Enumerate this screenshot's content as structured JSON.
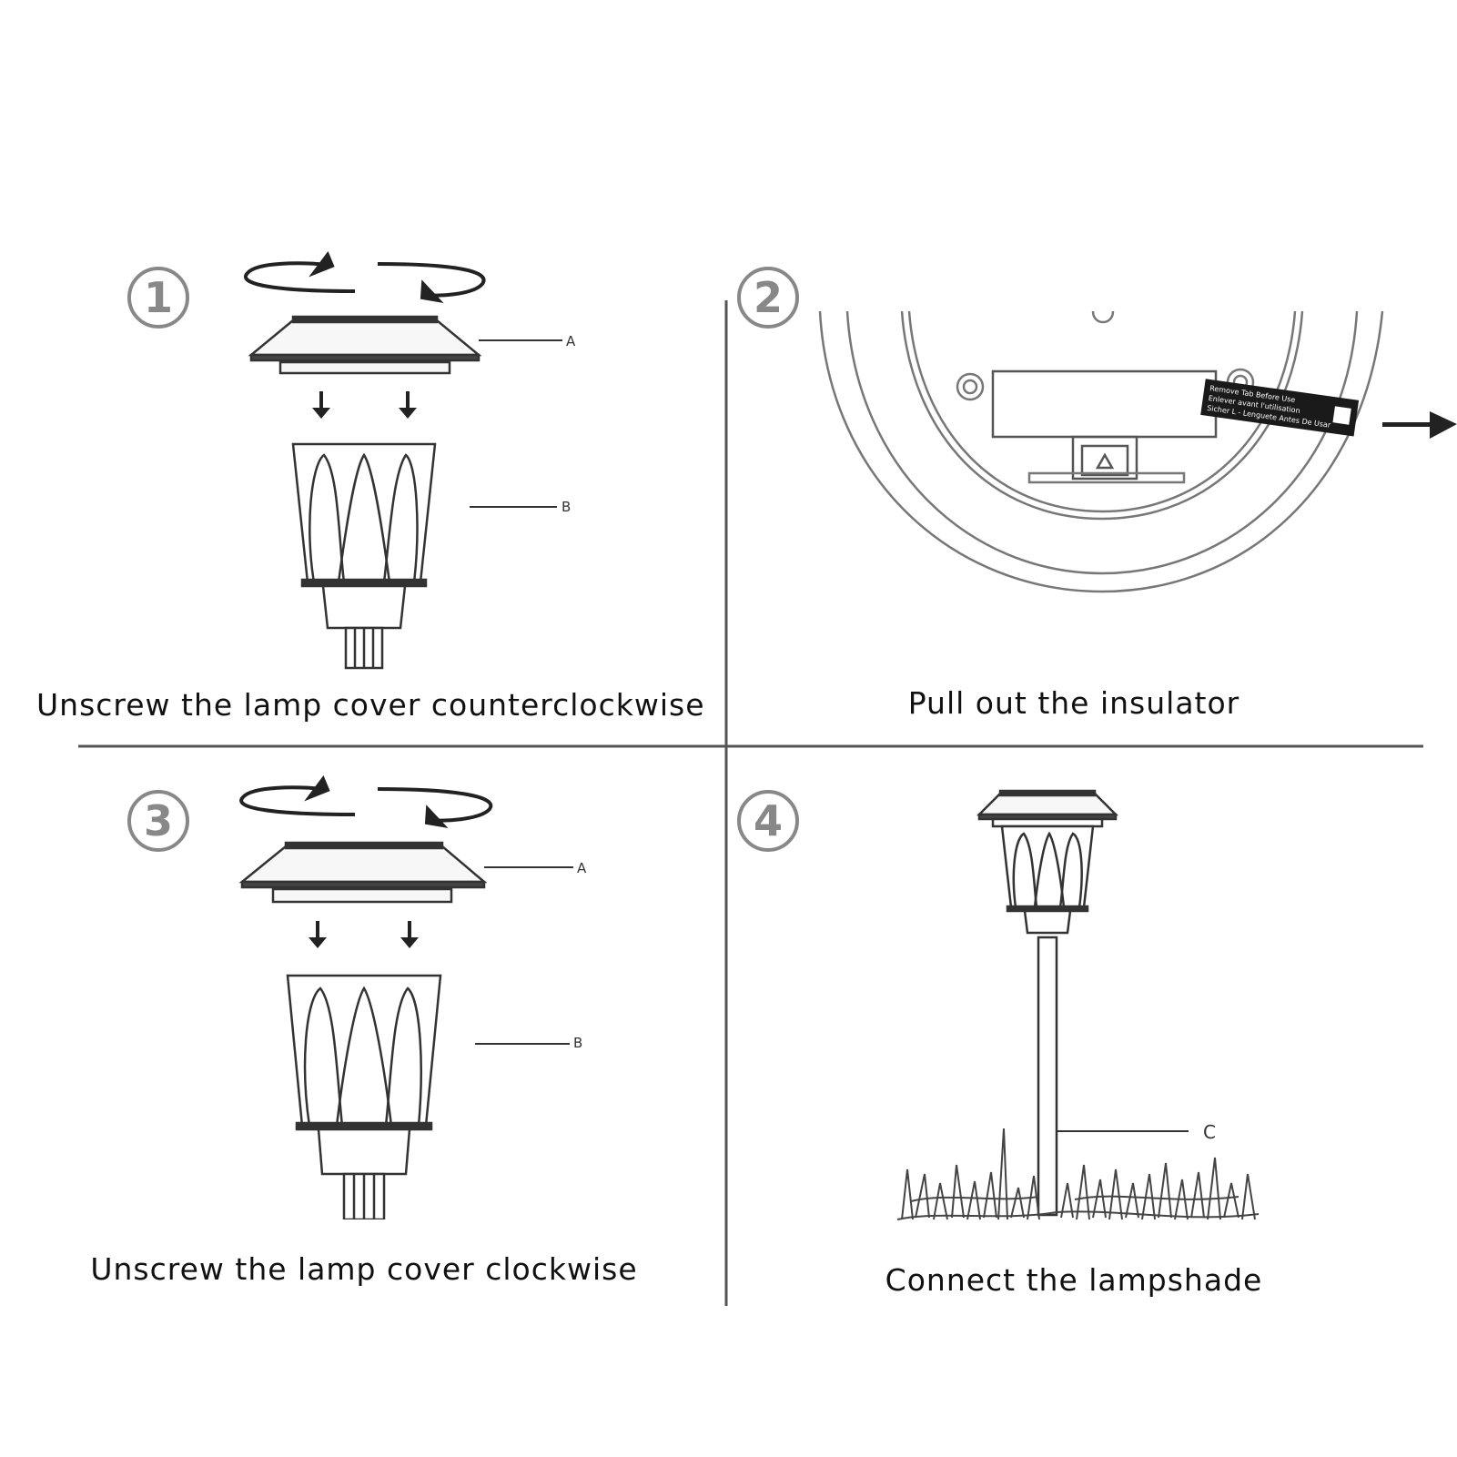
{
  "steps": [
    {
      "number": "1",
      "caption": "Unscrew the lamp cover counterclockwise",
      "part_labels": [
        "A",
        "B"
      ]
    },
    {
      "number": "2",
      "caption": "Pull out the insulator"
    },
    {
      "number": "3",
      "caption": "Unscrew the lamp cover clockwise",
      "part_labels": [
        "A",
        "B"
      ]
    },
    {
      "number": "4",
      "caption": "Connect the lampshade",
      "part_labels": [
        "C"
      ]
    }
  ],
  "colors": {
    "line": "#555555",
    "stroke": "#333333",
    "number": "#888888",
    "text": "#111111"
  }
}
